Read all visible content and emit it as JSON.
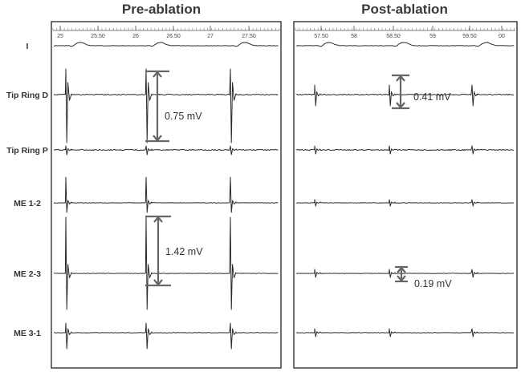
{
  "chart_data": {
    "type": "line",
    "panels": [
      {
        "title": "Pre-ablation",
        "x_ticks": [
          "25",
          "25.50",
          "26",
          "26.50",
          "27",
          "27.50"
        ],
        "leads": [
          "I",
          "Tip Ring D",
          "Tip Ring P",
          "ME 1-2",
          "ME 2-3",
          "ME 3-1"
        ],
        "annotations": [
          {
            "lead": "Tip Ring D",
            "label": "0.75 mV",
            "value_mV": 0.75
          },
          {
            "lead": "ME 2-3",
            "label": "1.42 mV",
            "value_mV": 1.42
          }
        ]
      },
      {
        "title": "Post-ablation",
        "x_ticks": [
          "57.50",
          "58",
          "58.50",
          "59",
          "59.50",
          "00"
        ],
        "leads": [
          "I",
          "Tip Ring D",
          "Tip Ring P",
          "ME 1-2",
          "ME 2-3",
          "ME 3-1"
        ],
        "annotations": [
          {
            "lead": "Tip Ring D",
            "label": "0.41 mV",
            "value_mV": 0.41
          },
          {
            "lead": "ME 2-3",
            "label": "0.19 mV",
            "value_mV": 0.19
          }
        ]
      }
    ],
    "grid": false
  }
}
